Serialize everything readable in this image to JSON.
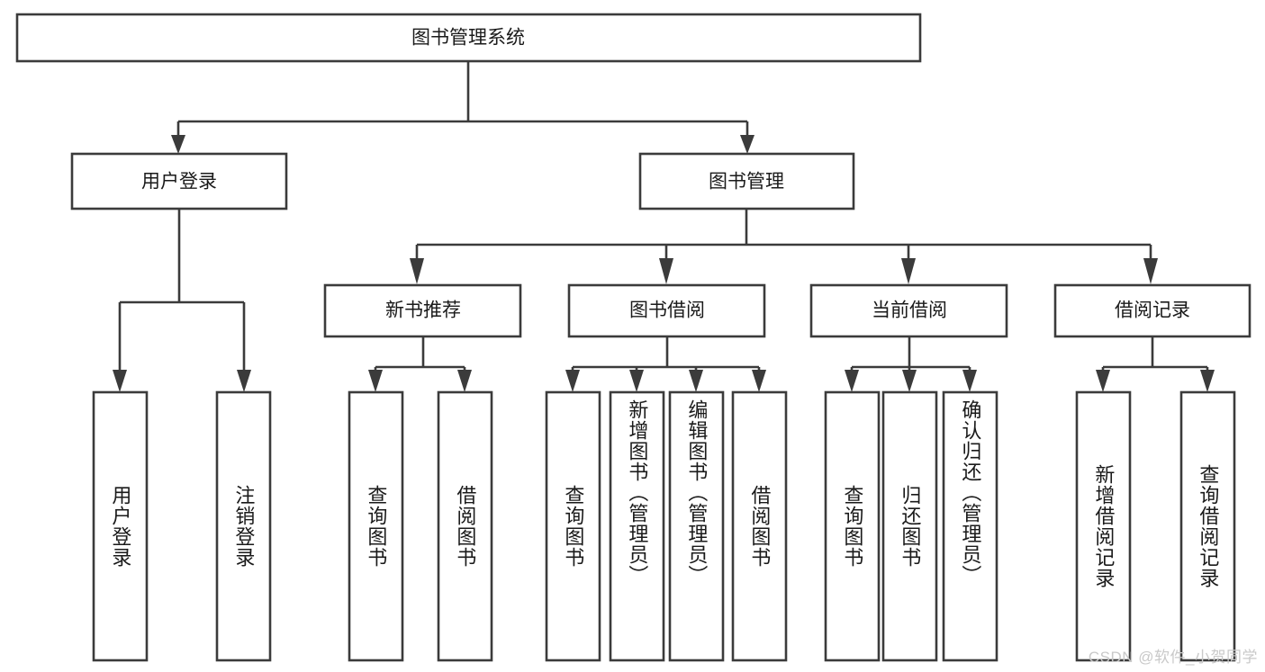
{
  "diagram": {
    "type": "tree",
    "title": "图书管理系统",
    "watermark": "CSDN @软件_小贺同学",
    "colors": {
      "box_stroke": "#3b3b3b",
      "box_fill": "#ffffff",
      "text": "#1a1a1a",
      "background": "#ffffff",
      "watermark": "#c9c9c9"
    },
    "nodes": {
      "root": {
        "label": "图书管理系统"
      },
      "level2": [
        {
          "label": "用户登录"
        },
        {
          "label": "图书管理"
        }
      ],
      "level3": [
        {
          "label": "新书推荐"
        },
        {
          "label": "图书借阅"
        },
        {
          "label": "当前借阅"
        },
        {
          "label": "借阅记录"
        }
      ],
      "leaves": {
        "user_login": [
          {
            "label": "用户登录"
          },
          {
            "label": "注销登录"
          }
        ],
        "new_book_recommend": [
          {
            "label": "查询图书"
          },
          {
            "label": "借阅图书"
          }
        ],
        "book_borrow": [
          {
            "label": "查询图书"
          },
          {
            "label": "新增图书（管理员）"
          },
          {
            "label": "编辑图书（管理员）"
          },
          {
            "label": "借阅图书"
          }
        ],
        "current_borrow": [
          {
            "label": "查询图书"
          },
          {
            "label": "归还图书"
          },
          {
            "label": "确认归还（管理员）"
          }
        ],
        "borrow_record": [
          {
            "label": "新增借阅记录"
          },
          {
            "label": "查询借阅记录"
          }
        ]
      }
    }
  }
}
